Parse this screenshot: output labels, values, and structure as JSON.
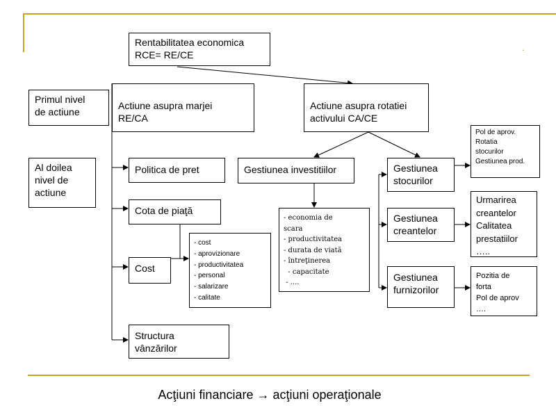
{
  "root": [
    "Rentabilitatea economica",
    "RCE= RE/CE"
  ],
  "levels": {
    "first": [
      "Primul nivel",
      "de actiune"
    ],
    "second": [
      "Al doilea",
      "nivel de",
      "actiune"
    ]
  },
  "margin_branch": [
    "Actiune asupra marjei",
    "RE/CA"
  ],
  "rotation_branch": [
    "Actiune asupra rotatiei",
    "activului CA/CE"
  ],
  "margin_items": {
    "pricing": "Politica de pret",
    "market_share": "Cota de piaţă",
    "cost": "Cost",
    "sales_structure": [
      "Structura",
      "vânzărilor"
    ]
  },
  "cost_details": [
    "- cost",
    "- aprovizionare",
    "- productivitatea",
    "- personal",
    "- salarizare",
    "- calitate"
  ],
  "investments": "Gestiunea investitiilor",
  "investment_details": [
    "- economia de",
    "scara",
    "- productivitatea",
    "- durata de viată",
    "- întreţinerea",
    "  - capacitate",
    " - ...."
  ],
  "stocks": [
    "Gestiunea",
    "stocurilor"
  ],
  "stocks_details": [
    "Pol de aprov.",
    "Rotatia",
    "stocurilor",
    "Gestiunea prod."
  ],
  "receivables": [
    "Gestiunea",
    "creantelor"
  ],
  "receivables_details": [
    "Urmarirea",
    "creantelor",
    "Calitatea",
    "prestatiilor",
    "….."
  ],
  "suppliers": [
    "Gestiunea",
    "furnizorilor"
  ],
  "suppliers_details": [
    "Pozitia de",
    "forta",
    "Pol de aprov",
    "…."
  ],
  "caption": "Acţiuni financiare →  acţiuni operaţionale",
  "colors": {
    "accent": "#c9a227",
    "border": "#000000"
  }
}
